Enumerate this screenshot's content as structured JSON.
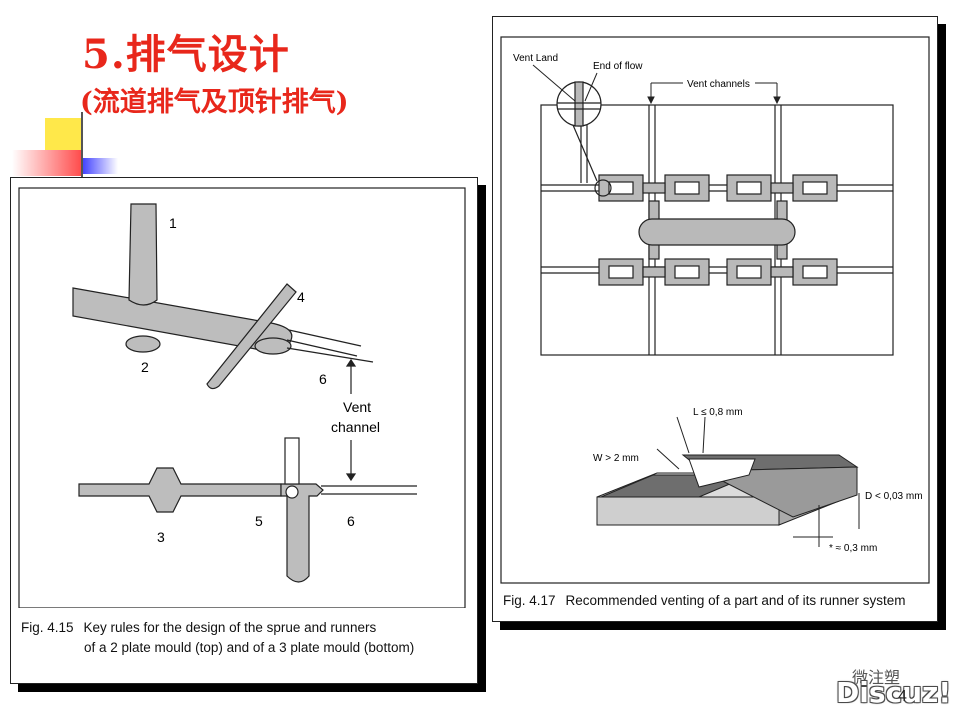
{
  "slide": {
    "title": "5.排气设计",
    "subtitle": "(流道排气及顶针排气)",
    "page_number": "4"
  },
  "figure_left": {
    "fig_number": "Fig. 4.15",
    "caption_line1": "Key rules for the design of the sprue and runners",
    "caption_line2": "of a 2 plate mould (top) and of a 3 plate mould (bottom)",
    "labels": {
      "l1": "1",
      "l2": "2",
      "l3": "3",
      "l4": "4",
      "l5": "5",
      "l6_top": "6",
      "l6_bottom": "6",
      "vent": "Vent",
      "channel": "channel"
    }
  },
  "figure_right": {
    "fig_number": "Fig. 4.17",
    "caption": "Recommended venting of a part and of its runner system",
    "labels": {
      "vent_land": "Vent Land",
      "end_of_flow": "End of flow",
      "vent_channels": "Vent channels",
      "length": "L ≤ 0,8 mm",
      "width": "W > 2 mm",
      "depth": "D < 0,03 mm",
      "relief": "* ≈ 0,3 mm"
    }
  },
  "watermark": {
    "brand": "Discuz!",
    "chinese": "微注塑"
  },
  "colors": {
    "title_red": "#e8271b",
    "part_gray": "#b9b9b9",
    "deco_yellow": "#ffe84a",
    "deco_red": "#ff4a4a",
    "deco_blue": "#2a2aff"
  }
}
